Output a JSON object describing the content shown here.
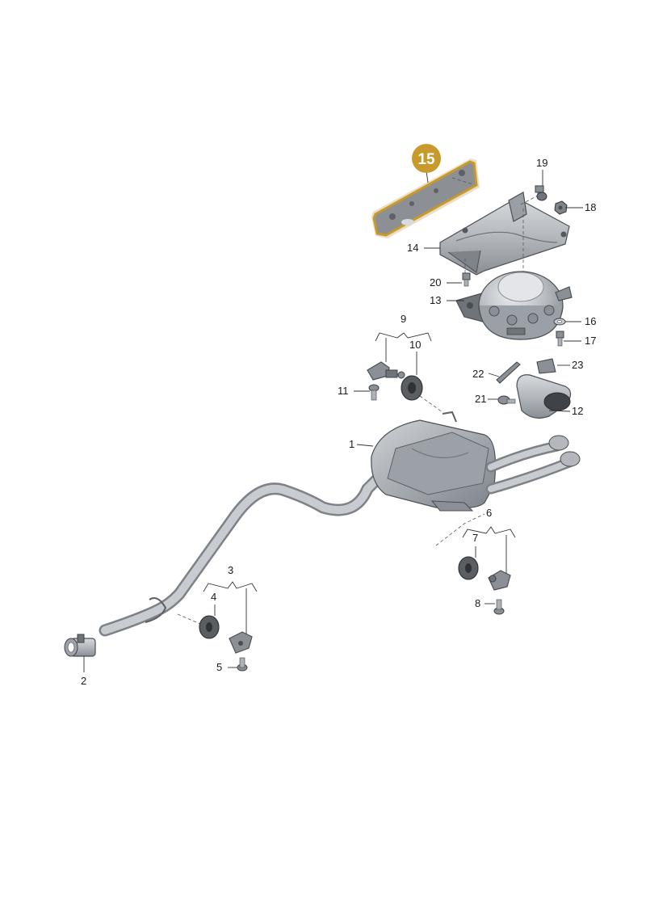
{
  "highlight": {
    "part_number": "15",
    "color": "#c79a2b",
    "text_color": "#ffffff"
  },
  "labels": {
    "p1": "1",
    "p2": "2",
    "p3": "3",
    "p4": "4",
    "p5": "5",
    "p6": "6",
    "p7": "7",
    "p8": "8",
    "p9": "9",
    "p10": "10",
    "p11": "11",
    "p12": "12",
    "p13": "13",
    "p14": "14",
    "p16": "16",
    "p17": "17",
    "p18": "18",
    "p19": "19",
    "p20": "20",
    "p21": "21",
    "p22": "22",
    "p23": "23"
  },
  "colors": {
    "metal": "#b9bdc2",
    "metal_dark": "#8d9297",
    "rubber": "#5a5d61",
    "bracket": "#c2a25a"
  }
}
